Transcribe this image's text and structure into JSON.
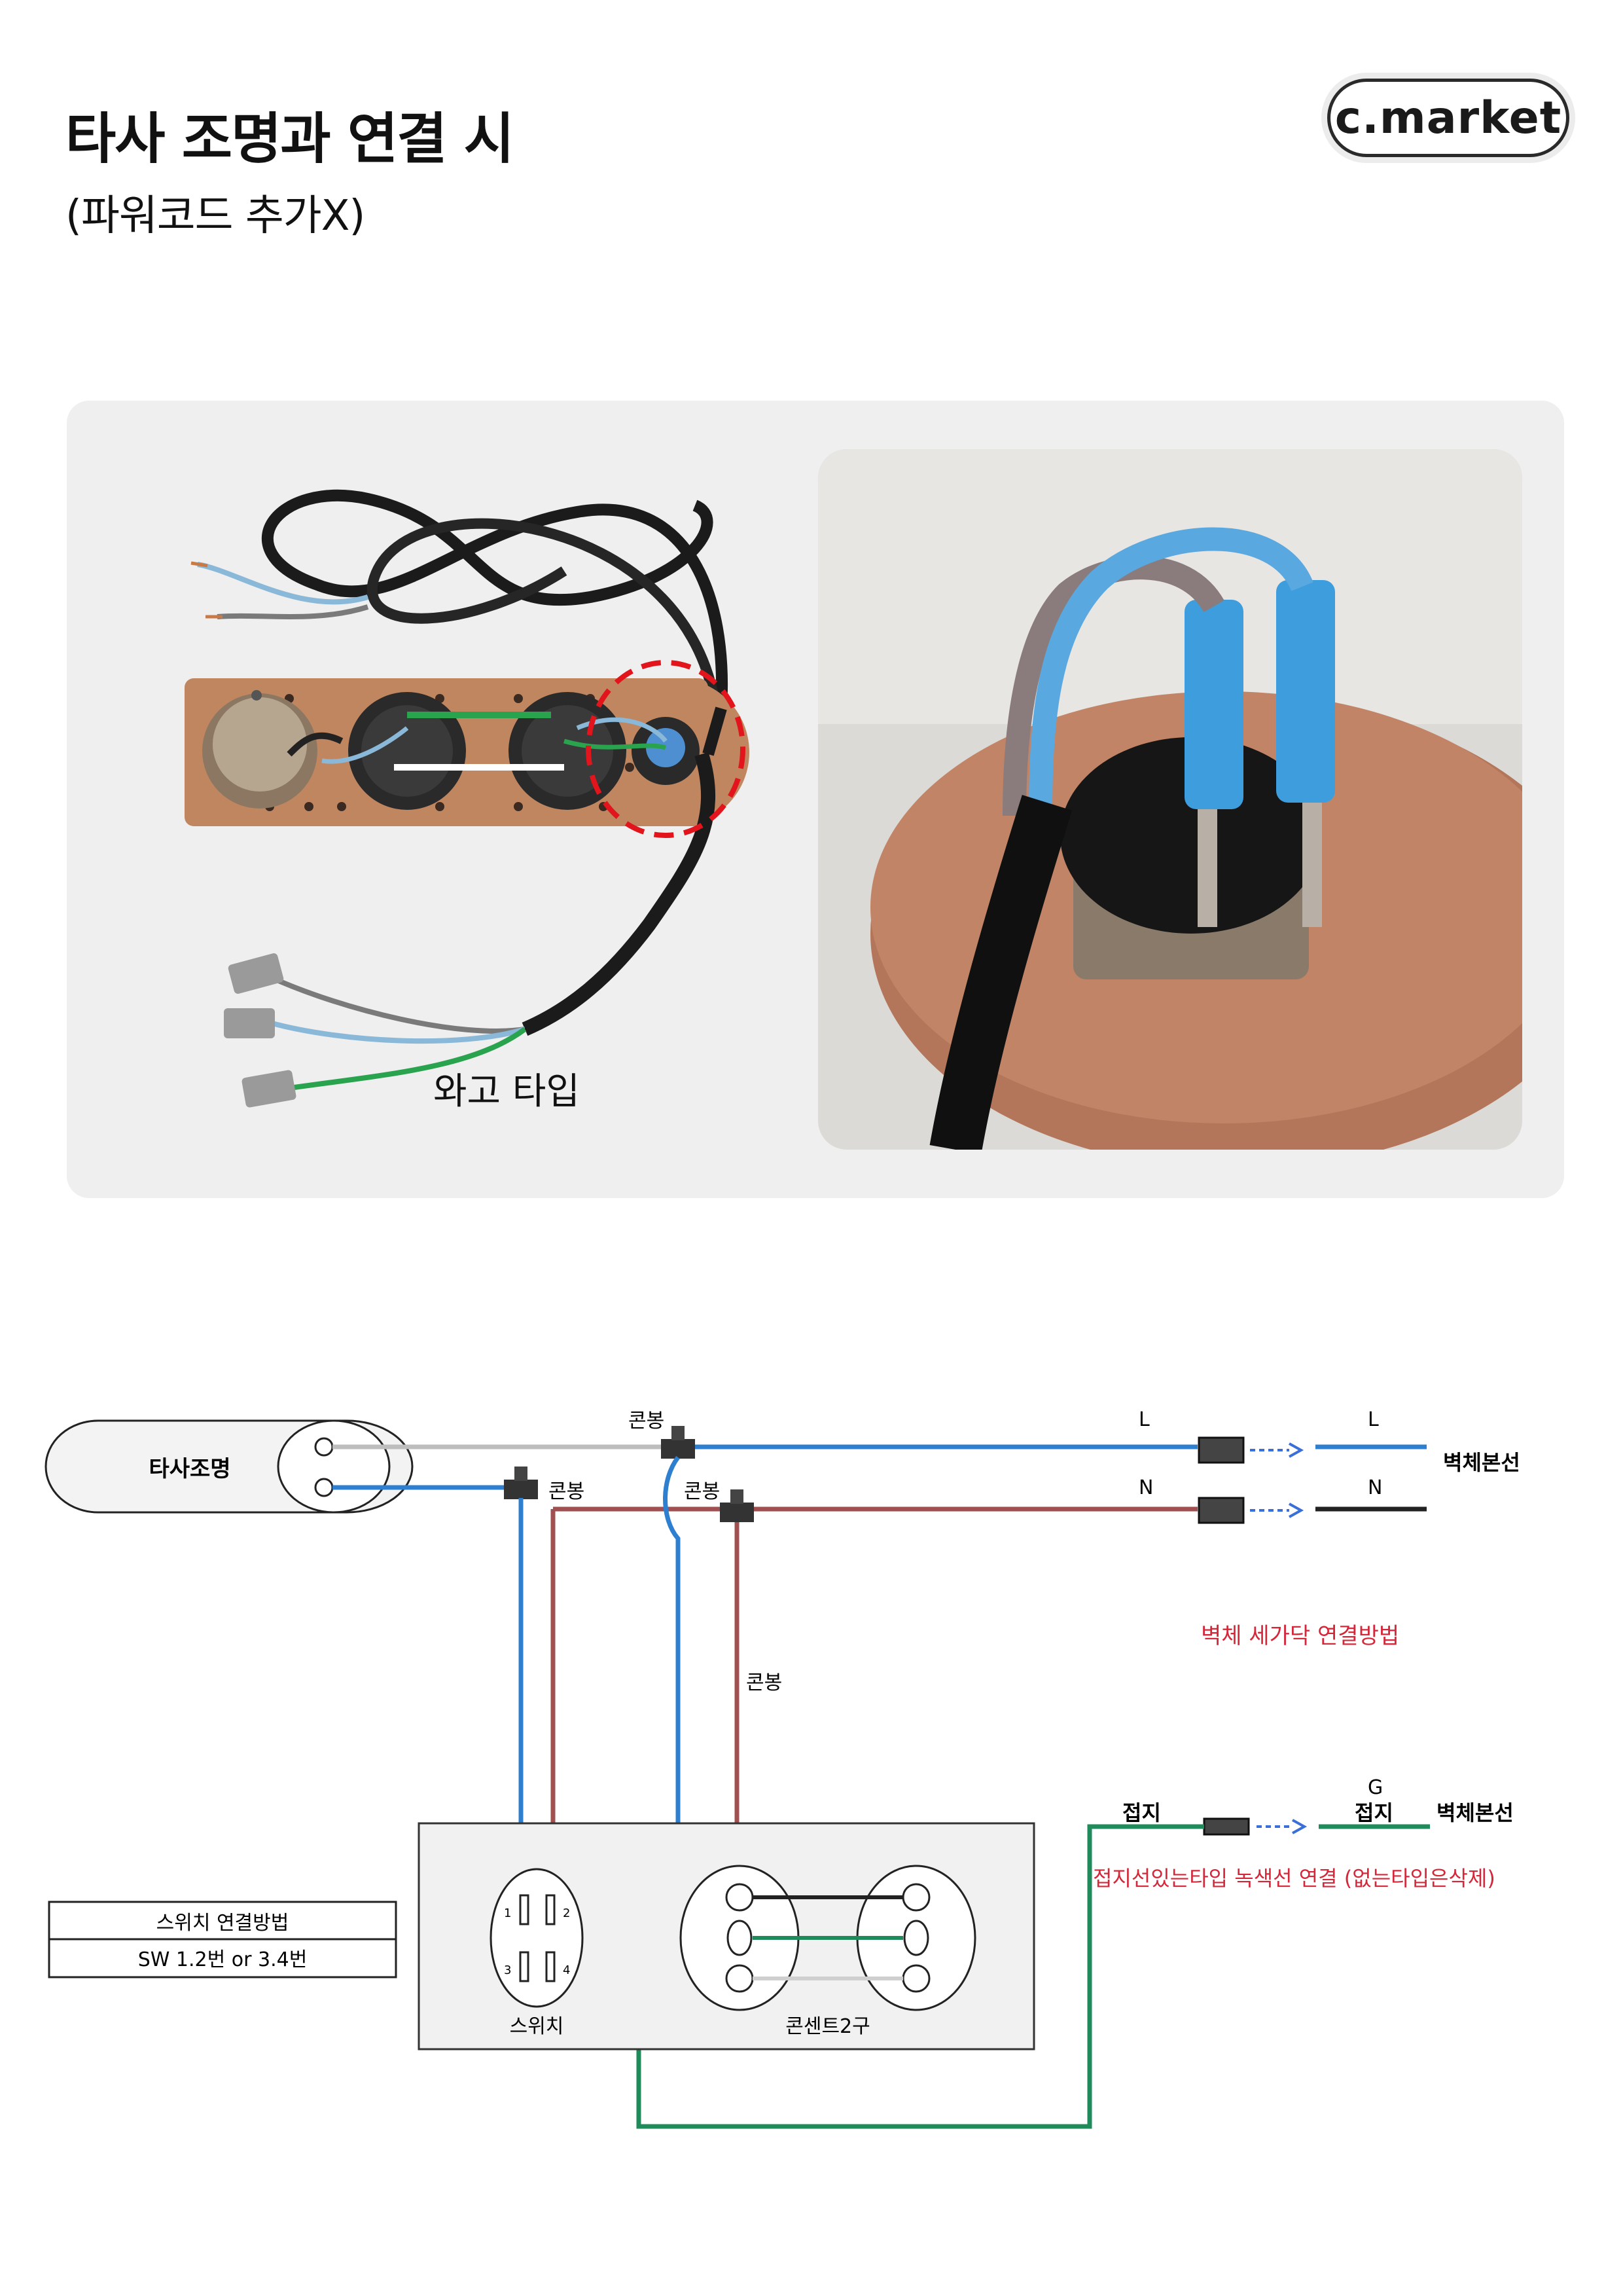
{
  "header": {
    "title": "타사 조명과 연결 시",
    "subtitle": "(파워코드 추가X)",
    "logo_text": "c.market"
  },
  "photo": {
    "caption": "와고 타입"
  },
  "diagram": {
    "lamp_label": "타사조명",
    "conbong_labels": [
      "콘봉",
      "콘봉",
      "콘봉",
      "콘봉"
    ],
    "L_left": "L",
    "L_right": "L",
    "N_left": "N",
    "N_right": "N",
    "wall_main_1": "벽체본선",
    "wall_note": "벽체 세가닥 연결방법",
    "ground_left": "접지",
    "G_label": "G",
    "ground_right": "접지",
    "wall_main_2": "벽체본선",
    "ground_note": "접지선있는타입 녹색선 연결 (없는타입은삭제)",
    "switch_box_title": "스위치 연결방법",
    "switch_box_value": "SW 1.2번 or 3.4번",
    "switch_label": "스위치",
    "outlet_label": "콘센트2구",
    "pin_labels": [
      "1",
      "2",
      "3",
      "4"
    ]
  },
  "colors": {
    "blue_wire": "#2f7fd0",
    "brown_wire": "#a05050",
    "green_wire": "#1f8a5a",
    "black_wire": "#222222",
    "red_text": "#d4283a",
    "arrow_blue": "#3a6fd8"
  }
}
